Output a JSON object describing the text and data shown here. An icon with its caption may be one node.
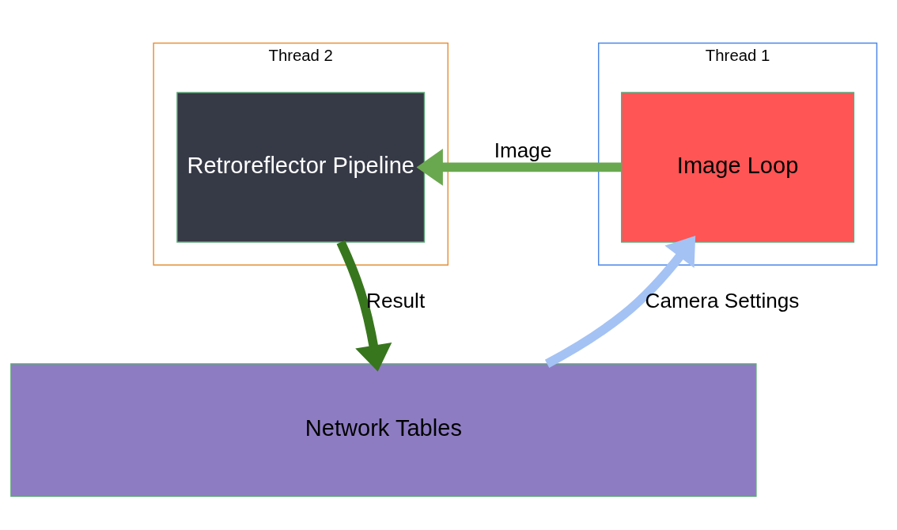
{
  "diagram": {
    "nodes": [
      {
        "text": [
          "Thread 2"
        ]
      },
      {
        "text": [
          "Retroreflector Pipeline"
        ],
        "in": 0
      },
      {
        "text": [
          "Thread 1"
        ]
      },
      {
        "text": [
          "Image Loop"
        ],
        "in": 2
      },
      {
        "text": [
          "Network Tables"
        ]
      }
    ],
    "edges": [
      {
        "from": 3,
        "to": 1,
        "arrow": "to",
        "label": "Image",
        "color": "#6aa84f"
      },
      {
        "from": 1,
        "to": 4,
        "arrow": "to",
        "label": "Result",
        "color": "#38761d"
      },
      {
        "from": 4,
        "to": 3,
        "arrow": "to",
        "label": "Camera Settings",
        "color": "#a4c2f4"
      }
    ]
  }
}
